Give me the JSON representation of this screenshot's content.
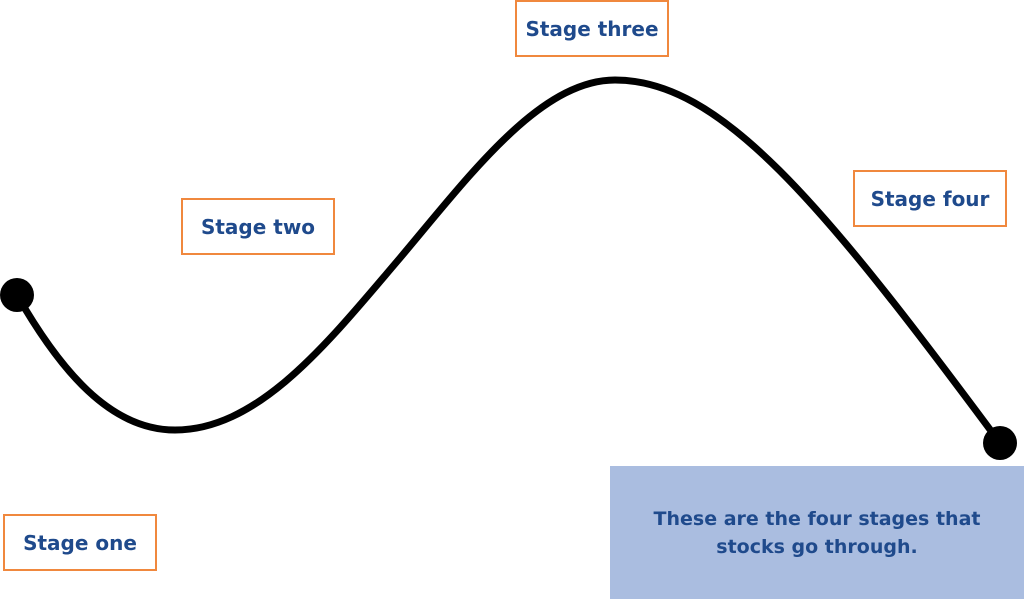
{
  "stages": [
    "Stage one",
    "Stage two",
    "Stage three",
    "Stage four"
  ],
  "note": "These are the four stages that stocks go through.",
  "colors": {
    "label_text": "#1f4a8c",
    "label_border": "#f0883e",
    "note_bg": "#aabde0",
    "curve": "#000000"
  }
}
